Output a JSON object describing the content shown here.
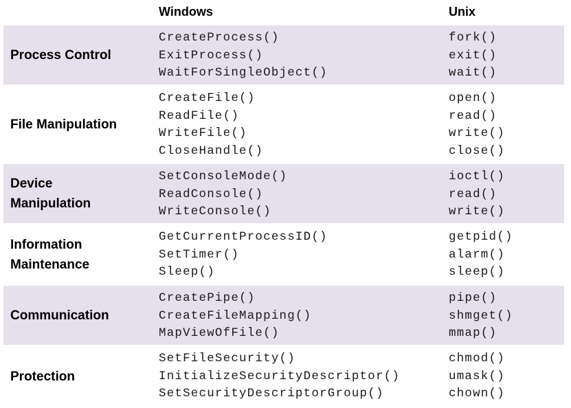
{
  "header": {
    "windows_label": "Windows",
    "unix_label": "Unix"
  },
  "rows": [
    {
      "category": [
        "Process Control"
      ],
      "windows": [
        "CreateProcess()",
        "ExitProcess()",
        "WaitForSingleObject()"
      ],
      "unix": [
        "fork()",
        "exit()",
        "wait()"
      ]
    },
    {
      "category": [
        "File Manipulation"
      ],
      "windows": [
        "CreateFile()",
        "ReadFile()",
        "WriteFile()",
        "CloseHandle()"
      ],
      "unix": [
        "open()",
        "read()",
        "write()",
        "close()"
      ]
    },
    {
      "category": [
        "Device",
        "Manipulation"
      ],
      "windows": [
        "SetConsoleMode()",
        "ReadConsole()",
        "WriteConsole()"
      ],
      "unix": [
        "ioctl()",
        "read()",
        "write()"
      ]
    },
    {
      "category": [
        "Information",
        "Maintenance"
      ],
      "windows": [
        "GetCurrentProcessID()",
        "SetTimer()",
        "Sleep()"
      ],
      "unix": [
        "getpid()",
        "alarm()",
        "sleep()"
      ]
    },
    {
      "category": [
        "Communication"
      ],
      "windows": [
        "CreatePipe()",
        "CreateFileMapping()",
        "MapViewOfFile()"
      ],
      "unix": [
        "pipe()",
        "shmget()",
        "mmap()"
      ]
    },
    {
      "category": [
        "Protection"
      ],
      "windows": [
        "SetFileSecurity()",
        "InitializeSecurityDescriptor()",
        "SetSecurityDescriptorGroup()"
      ],
      "unix": [
        "chmod()",
        "umask()",
        "chown()"
      ]
    }
  ],
  "colors": {
    "shaded_row": "#e5e0ec",
    "plain_row": "#ffffff"
  }
}
